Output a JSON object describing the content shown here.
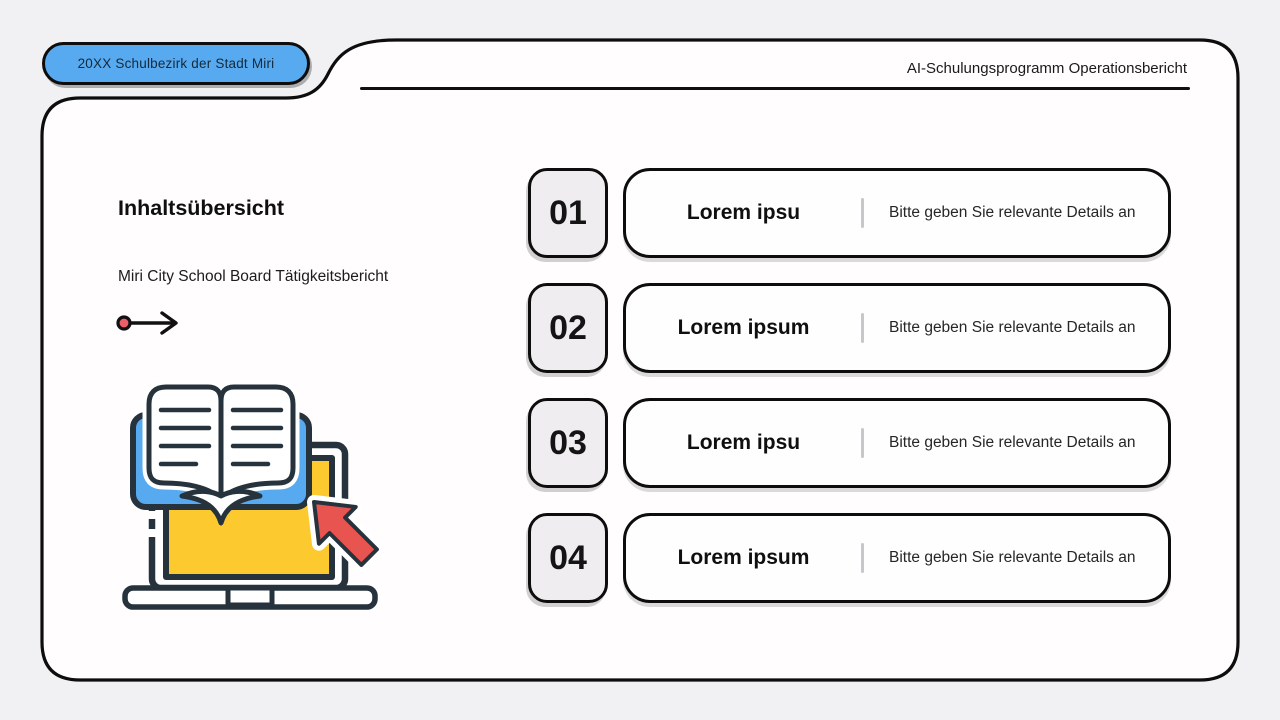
{
  "slide": {
    "badge": {
      "label": "20XX Schulbezirk der Stadt Miri"
    },
    "header": {
      "title": "AI-Schulungsprogramm Operationsbericht"
    },
    "overview": {
      "heading": "Inhaltsübersicht",
      "subtitle": "Miri City School Board Tätigkeitsbericht"
    },
    "toc": {
      "items": [
        {
          "number": "01",
          "title": "Lorem ipsu",
          "detail": "Bitte geben Sie relevante Details an"
        },
        {
          "number": "02",
          "title": "Lorem ipsum",
          "detail": "Bitte geben Sie relevante Details an"
        },
        {
          "number": "03",
          "title": "Lorem ipsu",
          "detail": "Bitte geben Sie relevante Details an"
        },
        {
          "number": "04",
          "title": "Lorem ipsum",
          "detail": "Bitte geben Sie relevante Details an"
        }
      ]
    },
    "illustration": {
      "name": "open-book-on-laptop-with-cursor"
    },
    "colors": {
      "background": "#f1f0f2",
      "panel": "#fffdfe",
      "outline": "#0d0d0d",
      "badge_blue": "#57aaef",
      "book_blue": "#57aaef",
      "screen_yellow": "#fcca2e",
      "cursor_red": "#e8544f",
      "dot_red": "#ee5e68",
      "number_box_gray": "#efedf0",
      "divider_gray": "#c8c6ca"
    }
  }
}
